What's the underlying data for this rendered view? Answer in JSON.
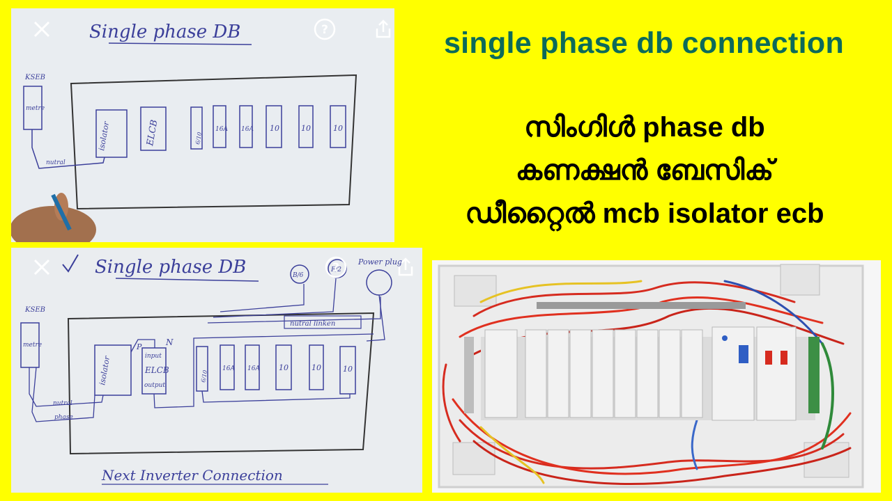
{
  "headline": {
    "english": "single phase db connection",
    "malayalam_lines": [
      "സിംഗിൾ phase db",
      "കണക്ഷൻ ബേസിക്",
      "ഡീറ്റൈൽ mcb isolator ecb"
    ]
  },
  "top_diagram": {
    "title": "Single phase DB",
    "meter_label_top": "KSEB",
    "meter_label": "metre",
    "isolator": "isolator",
    "elcb": "ELCB",
    "mcbs": [
      "6/10",
      "16A",
      "16A",
      "10",
      "10",
      "10"
    ],
    "wire_label": "nutral",
    "icons": [
      "close-icon",
      "help-icon",
      "share-icon"
    ]
  },
  "bottom_diagram": {
    "title": "Single phase DB",
    "meter_label_top": "KSEB",
    "meter_label": "metre",
    "isolator": "isolator",
    "elcb_input": "input",
    "elcb": "ELCB",
    "elcb_output": "output",
    "p_label": "P",
    "n_label": "N",
    "mcbs": [
      "6/10",
      "16A",
      "16A",
      "10",
      "10",
      "10"
    ],
    "wire_nutral": "nutral",
    "wire_phase": "phase",
    "neutral_link": "nutral linken",
    "loads": [
      "B/6",
      "F/2",
      "Power plug"
    ],
    "footer": "Next Inverter Connection",
    "icons": [
      "close-icon",
      "help-icon",
      "share-icon"
    ]
  },
  "colors": {
    "background": "#ffff00",
    "english_title": "#0c6a5a",
    "malayalam_title": "#000000",
    "ink": "#3b3f9a"
  }
}
